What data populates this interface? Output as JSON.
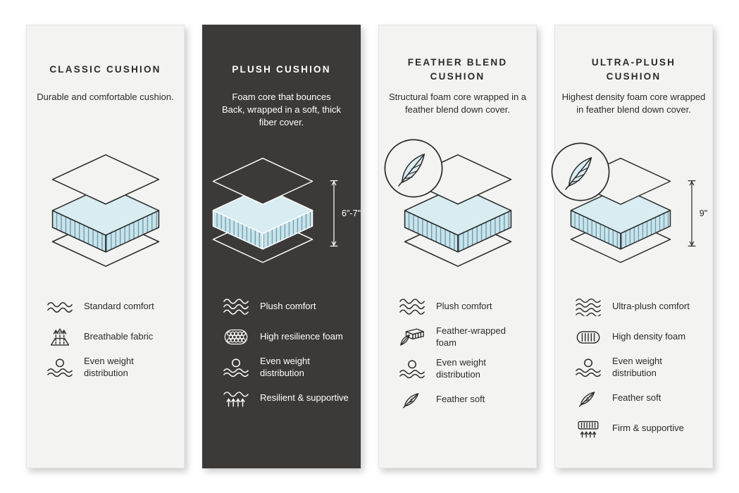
{
  "colors": {
    "page_bg": "#ffffff",
    "card_light_bg": "#f3f3f1",
    "card_dark_bg": "#3b3a38",
    "foam_fill": "#c7e4ec",
    "foam_top_fill": "#d8ecf1",
    "text_dark": "#2b2b2b",
    "text_light": "#ffffff"
  },
  "cards": [
    {
      "title": "CLASSIC CUSHION",
      "description": "Durable and comfortable cushion.",
      "theme": "light",
      "illustration": "layered-cushion",
      "features": [
        {
          "icon": "waves-2-icon",
          "label": "Standard comfort"
        },
        {
          "icon": "breathable-icon",
          "label": "Breathable fabric"
        },
        {
          "icon": "even-weight-icon",
          "label": "Even weight distribution"
        }
      ]
    },
    {
      "title": "PLUSH CUSHION",
      "description": "Foam core that bounces Back, wrapped in a soft, thick fiber cover.",
      "theme": "dark",
      "illustration": "layered-cushion-with-height",
      "height_label": "6\"-7\"",
      "features": [
        {
          "icon": "waves-3-icon",
          "label": "Plush comfort"
        },
        {
          "icon": "honeycomb-icon",
          "label": "High resilience foam"
        },
        {
          "icon": "even-weight-icon",
          "label": "Even weight distribution"
        },
        {
          "icon": "springs-icon",
          "label": "Resilient & supportive"
        }
      ]
    },
    {
      "title": "FEATHER BLEND CUSHION",
      "description": "Structural foam core wrapped in a feather blend down cover.",
      "theme": "light",
      "illustration": "layered-cushion-with-feather-badge",
      "features": [
        {
          "icon": "waves-3-icon",
          "label": "Plush comfort"
        },
        {
          "icon": "feather-foam-icon",
          "label": "Feather-wrapped foam"
        },
        {
          "icon": "even-weight-icon",
          "label": "Even weight distribution"
        },
        {
          "icon": "feather-icon",
          "label": "Feather soft"
        }
      ]
    },
    {
      "title": "ULTRA-PLUSH CUSHION",
      "description": "Highest density foam core wrapped in feather blend down cover.",
      "theme": "light",
      "illustration": "layered-cushion-with-feather-badge-and-height",
      "height_label": "9\"",
      "features": [
        {
          "icon": "waves-4-icon",
          "label": "Ultra-plush comfort"
        },
        {
          "icon": "hd-foam-icon",
          "label": "High density foam"
        },
        {
          "icon": "even-weight-icon",
          "label": "Even weight distribution"
        },
        {
          "icon": "feather-icon",
          "label": "Feather soft"
        },
        {
          "icon": "firm-icon",
          "label": "Firm & supportive"
        }
      ]
    }
  ]
}
